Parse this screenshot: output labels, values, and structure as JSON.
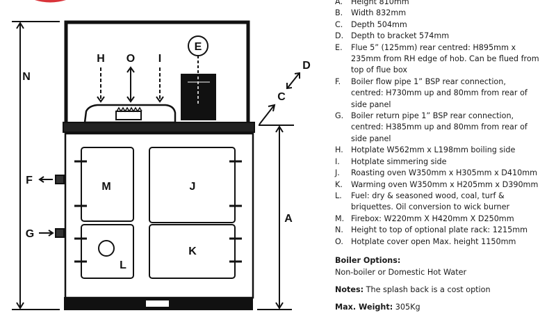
{
  "diagram": {
    "labels": {
      "A": "A",
      "C": "C",
      "D": "D",
      "E": "E",
      "F": "F",
      "G": "G",
      "H": "H",
      "I": "I",
      "J": "J",
      "K": "K",
      "L": "L",
      "M": "M",
      "N": "N",
      "O": "O"
    }
  },
  "specs": [
    {
      "key": "A.",
      "lines": [
        "Height 810mm"
      ]
    },
    {
      "key": "B.",
      "lines": [
        "Width 832mm"
      ]
    },
    {
      "key": "C.",
      "lines": [
        "Depth 504mm"
      ]
    },
    {
      "key": "D.",
      "lines": [
        "Depth to bracket 574mm"
      ]
    },
    {
      "key": "E.",
      "lines": [
        "Flue 5” (125mm) rear centred: H895mm x",
        "235mm from RH edge of hob. Can be flued from",
        "top of flue box"
      ]
    },
    {
      "key": "F.",
      "lines": [
        "Boiler flow pipe 1” BSP rear connection,",
        "centred: H730mm up and 80mm from rear of",
        "side panel"
      ]
    },
    {
      "key": "G.",
      "lines": [
        "Boiler return pipe 1” BSP rear connection,",
        "centred: H385mm up and  80mm from rear of",
        "side panel"
      ]
    },
    {
      "key": "H.",
      "lines": [
        "Hotplate W562mm x L198mm boiling side"
      ]
    },
    {
      "key": "I.",
      "lines": [
        "Hotplate simmering side"
      ]
    },
    {
      "key": "J.",
      "lines": [
        "Roasting oven W350mm x H305mm x D410mm"
      ]
    },
    {
      "key": "K.",
      "lines": [
        "Warming oven W350mm x H205mm x D390mm"
      ]
    },
    {
      "key": "L.",
      "lines": [
        "Fuel: dry & seasoned wood, coal, turf &",
        "briquettes. Oil conversion to wick burner"
      ]
    },
    {
      "key": "M.",
      "lines": [
        "Firebox: W220mm X H420mm X D250mm"
      ]
    },
    {
      "key": "N.",
      "lines": [
        "Height to top of optional plate rack: 1215mm"
      ]
    },
    {
      "key": "O.",
      "lines": [
        "Hotplate cover open Max. height 1150mm"
      ]
    }
  ],
  "boiler": {
    "heading": "Boiler Options:",
    "text": "Non-boiler or Domestic Hot Water"
  },
  "notes": {
    "heading": "Notes:",
    "text": " The splash back is a cost option"
  },
  "weight": {
    "heading": "Max. Weight:",
    "text": " 305Kg"
  },
  "colors": {
    "logo_red": "#d9343a",
    "line": "#111111"
  }
}
